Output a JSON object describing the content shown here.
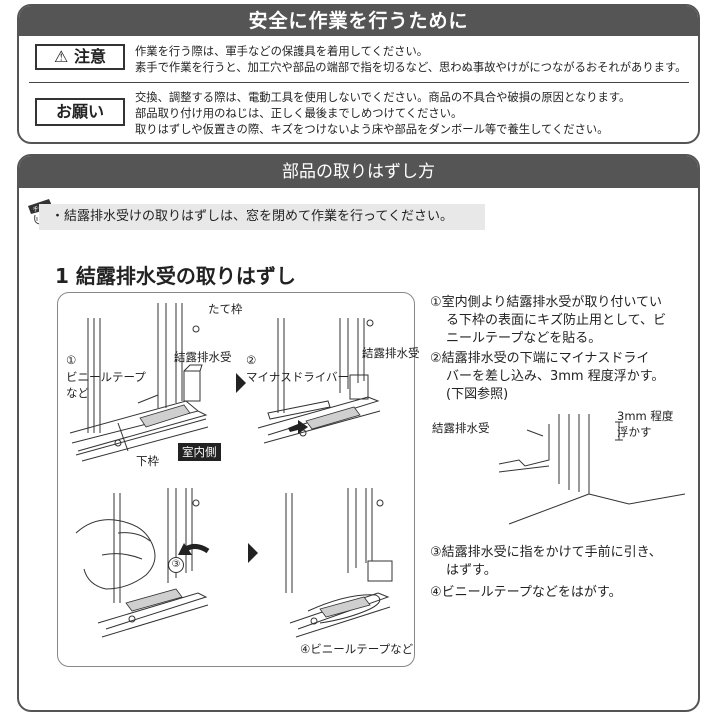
{
  "safety": {
    "title": "安全に作業を行うために",
    "caution_label": "注意",
    "caution_lines": [
      "作業を行う際は、軍手などの保護具を着用してください。",
      "素手で作業を行うと、加工穴や部品の端部で指を切るなど、思わぬ事故やけがにつながるおそれがあります。"
    ],
    "request_label": "お願い",
    "request_lines": [
      "交換、調整する際は、電動工具を使用しないでください。商品の不具合や破損の原因となります。",
      "部品取り付け用のねじは、正しく最後までしめつけてください。",
      "取りはずしや仮置きの際、キズをつけないよう床や部品をダンボール等で養生してください。"
    ]
  },
  "procedure": {
    "title": "部品の取りはずし方",
    "check_badge": "チェック!",
    "check_note": "・結露排水受けの取りはずしは、窓を閉めて作業を行ってください。",
    "section_title": "1 結露排水受の取りはずし",
    "illustration": {
      "label_tatewaku": "たて枠",
      "label_step1": "①",
      "label_vinyl": "ビニールテープ",
      "label_nado": "など",
      "label_ketsuro1": "結露排水受",
      "label_shitawaku": "下枠",
      "label_shitsunai": "室内側",
      "label_step2": "②",
      "label_driver": "マイナスドライバー",
      "label_ketsuro2": "結露排水受",
      "label_step3": "③",
      "label_step4_full": "④ビニールテープなど"
    },
    "steps": {
      "s1_lines": [
        "①室内側より結露排水受が取り付いてい",
        "る下枠の表面にキズ防止用として、ビ",
        "ニールテープなどを貼る。"
      ],
      "s2_lines": [
        "②結露排水受の下端にマイナスドライ",
        "バーを差し込み、3mm 程度浮かす。",
        "(下図参照)"
      ],
      "detail_label": "結露排水受",
      "detail_gap": "3mm 程度",
      "detail_gap2": "浮かす",
      "s3_lines": [
        "③結露排水受に指をかけて手前に引き、",
        "はずす。"
      ],
      "s4": "④ビニールテープなどをはがす。"
    }
  }
}
